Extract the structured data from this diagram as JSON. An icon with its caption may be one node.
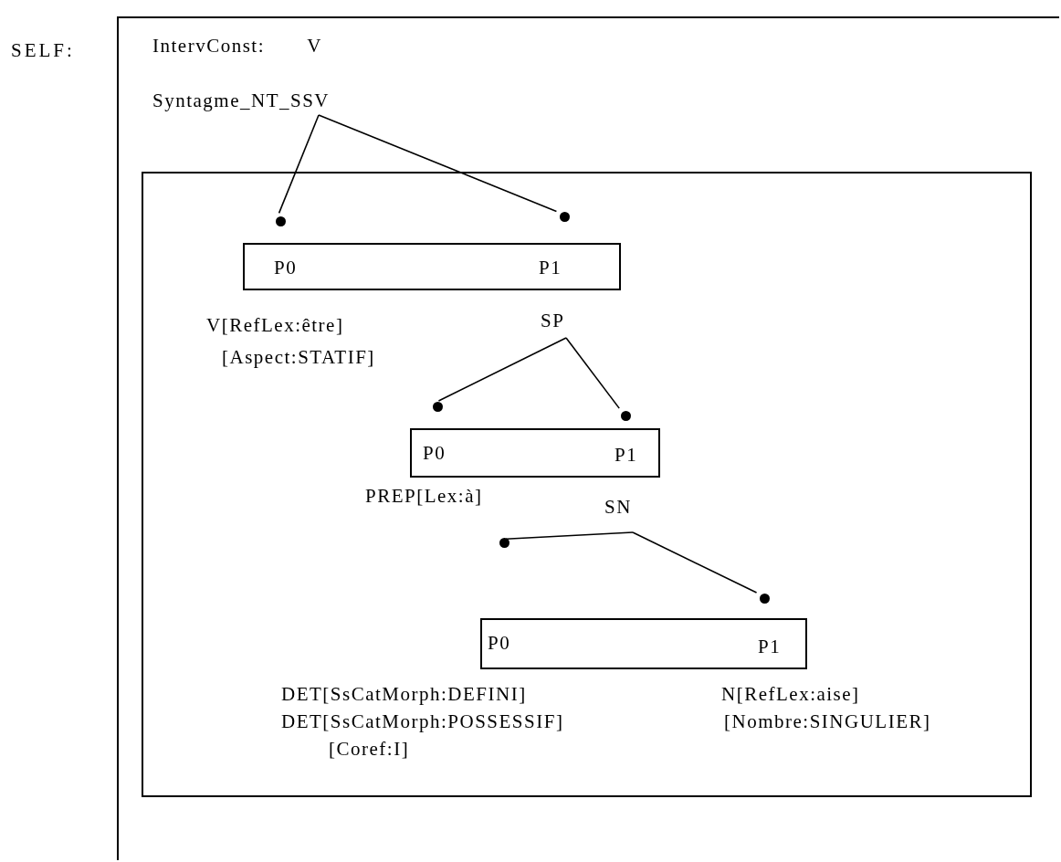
{
  "diagram": {
    "nodes": [
      {
        "text": [
          "SELF:",
          "IntervConst: V"
        ]
      },
      {
        "text": [
          "Syntagme_NT_SSV"
        ],
        "in": 0
      },
      {
        "text": [],
        "shape": "box",
        "in": 0
      },
      {
        "text": [],
        "shape": "circle",
        "in": 2
      },
      {
        "text": [],
        "shape": "circle",
        "in": 2
      },
      {
        "text": [
          "P0",
          "P1"
        ],
        "in": 2
      },
      {
        "text": [
          "SP"
        ],
        "in": 2
      },
      {
        "text": [],
        "shape": "circle",
        "in": 2
      },
      {
        "text": [],
        "shape": "circle",
        "in": 2
      },
      {
        "text": [
          "P0",
          "P1"
        ],
        "in": 2
      },
      {
        "text": [
          "SN"
        ],
        "in": 2
      },
      {
        "text": [],
        "shape": "circle",
        "in": 2
      },
      {
        "text": [],
        "shape": "circle",
        "in": 2
      },
      {
        "text": [
          "P0",
          "P1"
        ],
        "in": 2
      }
    ],
    "edges": [
      {
        "from": 1,
        "to": 3,
        "arrow": "none"
      },
      {
        "from": 1,
        "to": 4,
        "arrow": "none"
      },
      {
        "from": 6,
        "to": 7,
        "arrow": "none"
      },
      {
        "from": 6,
        "to": 8,
        "arrow": "none"
      },
      {
        "from": 10,
        "to": 11,
        "arrow": "none"
      },
      {
        "from": 10,
        "to": 12,
        "arrow": "none"
      }
    ],
    "labels": [
      "V[RefLex:être]",
      "[Aspect:STATIF]",
      "PREP[Lex:à]",
      "DET[SsCatMorph:DEFINI]",
      "N[RefLex:aise]",
      "DET[SsCatMorph:POSSESSIF]",
      "[Nombre:SINGULIER]",
      "[Coref:I]"
    ]
  }
}
